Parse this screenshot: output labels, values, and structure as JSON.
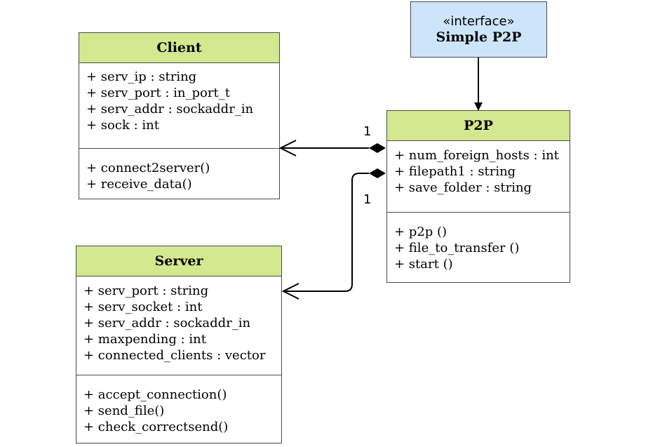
{
  "interface": {
    "stereotype": "«interface»",
    "name": "Simple P2P"
  },
  "classes": {
    "client": {
      "name": "Client",
      "attributes": [
        "+ serv_ip : string",
        "+ serv_port : in_port_t",
        "+ serv_addr : sockaddr_in",
        "+ sock : int"
      ],
      "methods": [
        "+ connect2server()",
        "+ receive_data()"
      ]
    },
    "p2p": {
      "name": "P2P",
      "attributes": [
        "+ num_foreign_hosts : int",
        "+ filepath1 : string",
        "+ save_folder : string"
      ],
      "methods": [
        "+ p2p ()",
        "+ file_to_transfer ()",
        "+ start ()"
      ]
    },
    "server": {
      "name": "Server",
      "attributes": [
        "+ serv_port : string",
        "+ serv_socket : int",
        "+ serv_addr : sockaddr_in",
        "+ maxpending : int",
        "+ connected_clients : vector"
      ],
      "methods": [
        "+ accept_connection()",
        "+ send_file()",
        "+ check_correctsend()"
      ]
    }
  },
  "multiplicities": {
    "p2p_client": "1",
    "p2p_server": "1"
  },
  "colors": {
    "class_header": "#d3e88f",
    "interface_fill": "#cce5fb",
    "border": "#4a4a4a"
  }
}
